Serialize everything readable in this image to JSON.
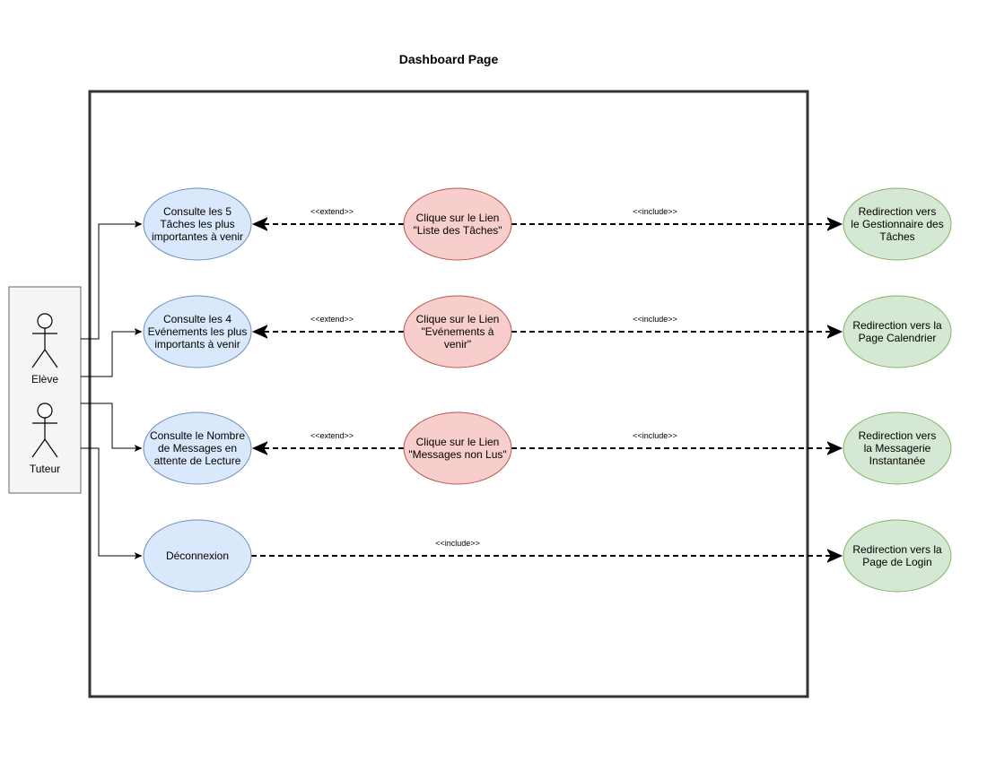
{
  "title": "Dashboard Page",
  "actors": [
    {
      "id": "eleve",
      "label": "Elève"
    },
    {
      "id": "tuteur",
      "label": "Tuteur"
    }
  ],
  "use_cases": [
    {
      "id": "uc-taches",
      "lines": [
        "Consulte les 5",
        "Tâches les plus",
        "importantes à venir"
      ],
      "color": "blue"
    },
    {
      "id": "uc-evenements",
      "lines": [
        "Consulte les 4",
        "Evénements les plus",
        "importants à venir"
      ],
      "color": "blue"
    },
    {
      "id": "uc-messages",
      "lines": [
        "Consulte le Nombre",
        "de Messages en",
        "attente de Lecture"
      ],
      "color": "blue"
    },
    {
      "id": "uc-deconnexion",
      "lines": [
        "Déconnexion"
      ],
      "color": "blue"
    },
    {
      "id": "uc-lien-taches",
      "lines": [
        "Clique sur le Lien",
        "\"Liste des Tâches\""
      ],
      "color": "red"
    },
    {
      "id": "uc-lien-evenements",
      "lines": [
        "Clique sur le Lien",
        "\"Evénements à",
        "venir\""
      ],
      "color": "red"
    },
    {
      "id": "uc-lien-messages",
      "lines": [
        "Clique sur le Lien",
        "\"Messages non Lus\""
      ],
      "color": "red"
    },
    {
      "id": "uc-redir-taches",
      "lines": [
        "Redirection vers",
        "le Gestionnaire des",
        "Tâches"
      ],
      "color": "green"
    },
    {
      "id": "uc-redir-calendrier",
      "lines": [
        "Redirection vers la",
        "Page Calendrier"
      ],
      "color": "green"
    },
    {
      "id": "uc-redir-messagerie",
      "lines": [
        "Redirection vers",
        "la Messagerie",
        "Instantanée"
      ],
      "color": "green"
    },
    {
      "id": "uc-redir-login",
      "lines": [
        "Redirection vers la",
        "Page de Login"
      ],
      "color": "green"
    }
  ],
  "relations": [
    {
      "label": "<<extend>>"
    },
    {
      "label": "<<extend>>"
    },
    {
      "label": "<<extend>>"
    },
    {
      "label": "<<include>>"
    },
    {
      "label": "<<include>>"
    },
    {
      "label": "<<include>>"
    },
    {
      "label": "<<include>>"
    }
  ],
  "colors": {
    "blue_fill": "#dae8fc",
    "blue_stroke": "#6c8ebf",
    "red_fill": "#f8cecc",
    "red_stroke": "#b85450",
    "green_fill": "#d5e8d4",
    "green_stroke": "#82b366",
    "actor_box_fill": "#f5f5f5",
    "actor_box_stroke": "#666666"
  }
}
